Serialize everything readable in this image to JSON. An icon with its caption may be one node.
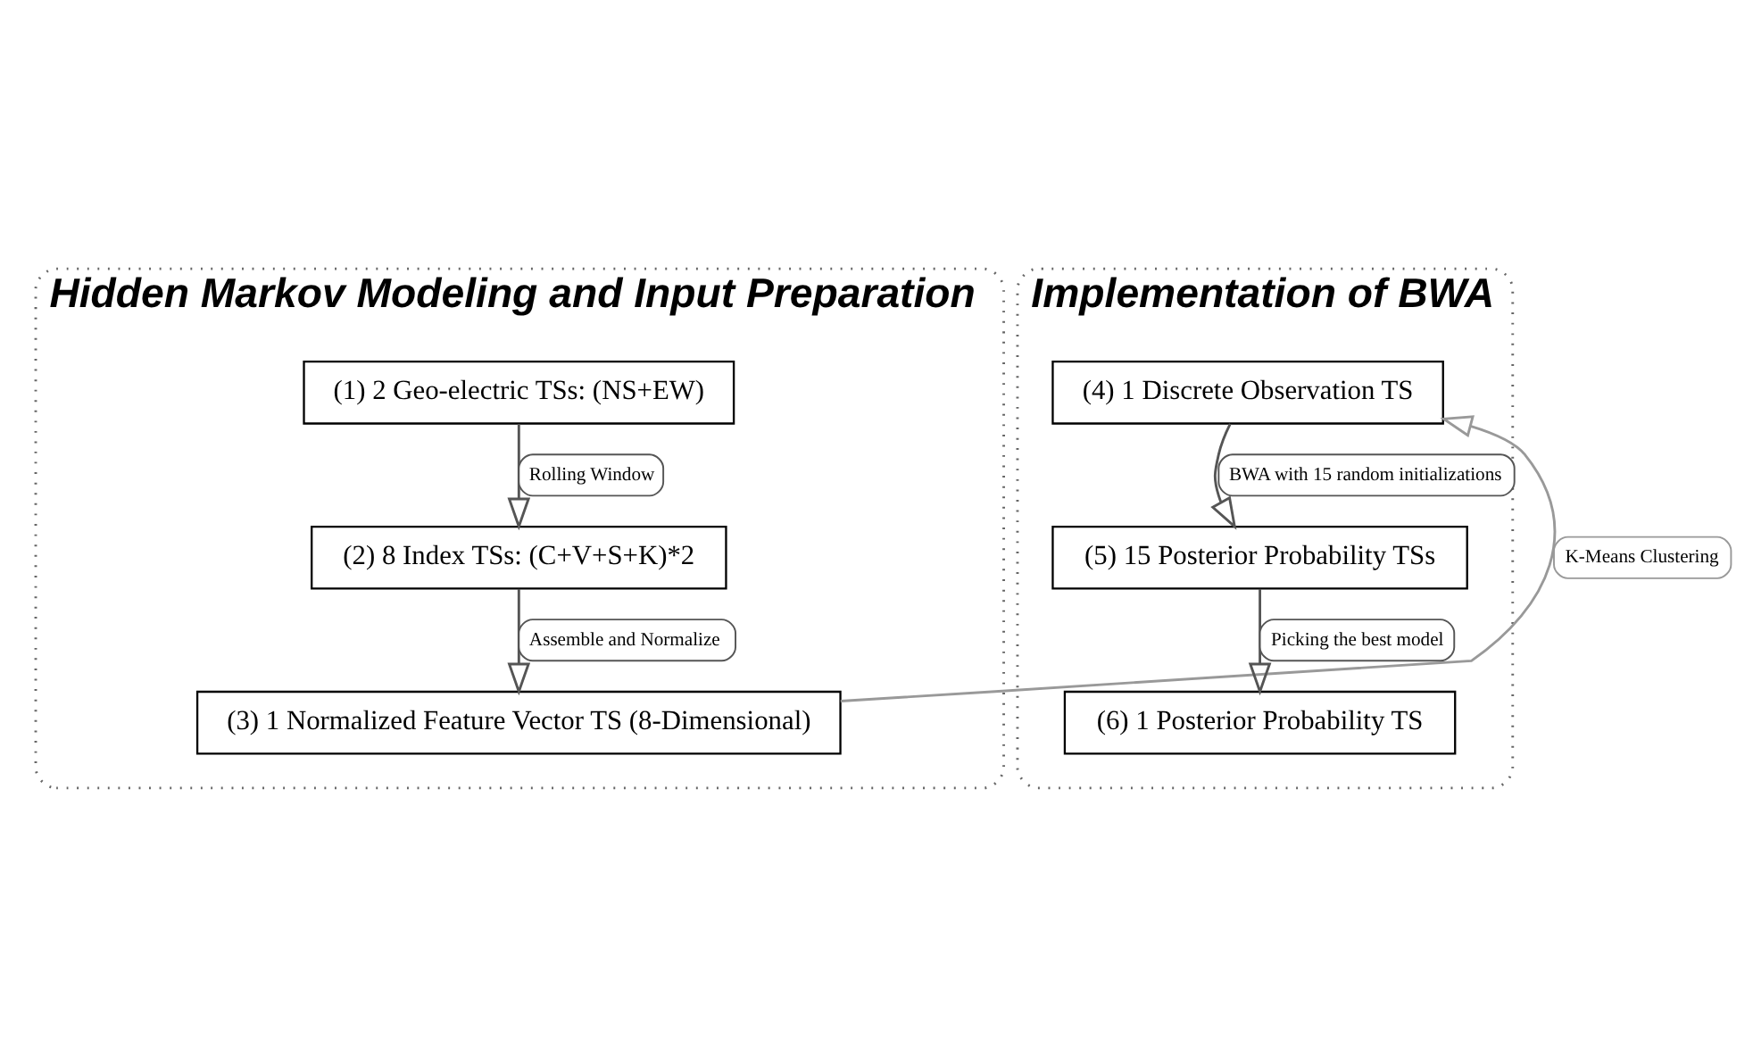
{
  "diagram": {
    "nodes": [
      {
        "text": [
          "Hidden Markov Modeling and Input Preparation"
        ]
      },
      {
        "text": [
          "(1) 2 Geo-electric TSs: (NS+EW)"
        ],
        "in": 0
      },
      {
        "text": [
          "(2) 8 Index TSs: (C+V+S+K)*2"
        ],
        "in": 0
      },
      {
        "text": [
          "(3) 1 Normalized Feature Vector TS (8-Dimensional)"
        ],
        "in": 0
      },
      {
        "text": [
          "Implementation of BWA"
        ]
      },
      {
        "text": [
          "(4) 1 Discrete Observation TS"
        ],
        "in": 4
      },
      {
        "text": [
          "(5) 15 Posterior Probability TSs"
        ],
        "in": 4
      },
      {
        "text": [
          "(6) 1 Posterior Probability TS"
        ],
        "in": 4
      }
    ],
    "edges": [
      {
        "from": 1,
        "to": 2,
        "arrow": "to",
        "label": "Rolling Window"
      },
      {
        "from": 2,
        "to": 3,
        "arrow": "to",
        "label": "Assemble and Normalize"
      },
      {
        "from": 3,
        "to": 5,
        "arrow": "to",
        "label": "K-Means Clustering",
        "color": "#999999"
      },
      {
        "from": 5,
        "to": 6,
        "arrow": "to",
        "label": "BWA with 15 random initializations"
      },
      {
        "from": 6,
        "to": 7,
        "arrow": "to",
        "label": "Picking the best model"
      }
    ]
  }
}
